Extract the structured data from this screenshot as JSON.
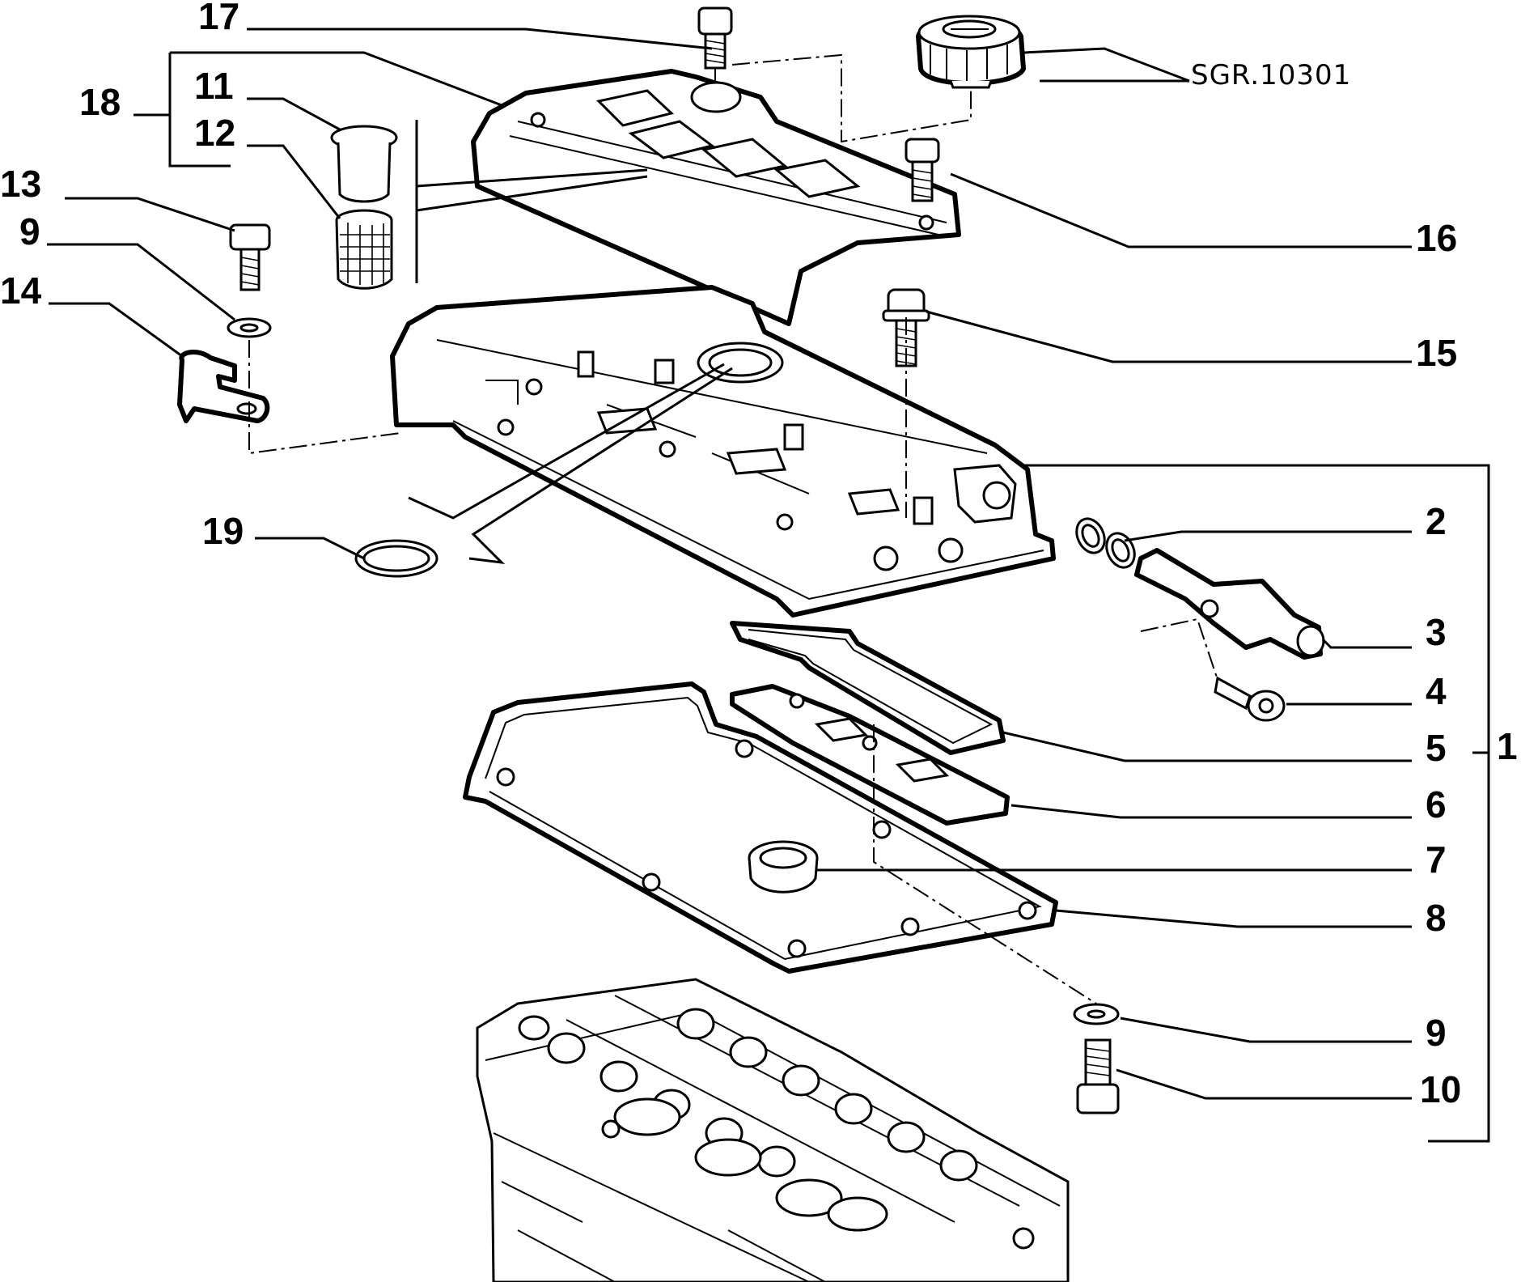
{
  "diagram": {
    "reference_code": "SGR.10301",
    "labels": {
      "l17": "17",
      "l18": "18",
      "l11": "11",
      "l12": "12",
      "l13": "13",
      "l9a": "9",
      "l14": "14",
      "l19": "19",
      "l16": "16",
      "l15": "15",
      "l1": "1",
      "l2": "2",
      "l3": "3",
      "l4": "4",
      "l5": "5",
      "l6": "6",
      "l7": "7",
      "l8": "8",
      "l9b": "9",
      "l10": "10"
    }
  }
}
